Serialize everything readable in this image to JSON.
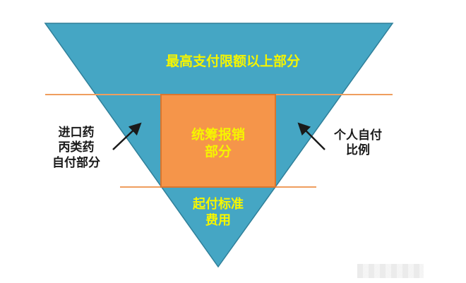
{
  "colors": {
    "triangle_fill": "#45a6c4",
    "triangle_stroke": "#2f7f99",
    "box_fill": "#f5954a",
    "box_stroke": "#d9762e",
    "orange_line": "#ef9e5e",
    "label_yellow": "#f5f500",
    "arrow": "#1a1a1a"
  },
  "diagram": {
    "top_section": "最高支付限额以上部分",
    "center_box": "统筹报销\n部分",
    "bottom_section": "起付标准\n费用",
    "left_annotation": "进口药\n丙类药\n自付部分",
    "right_annotation": "个人自付\n比例"
  }
}
